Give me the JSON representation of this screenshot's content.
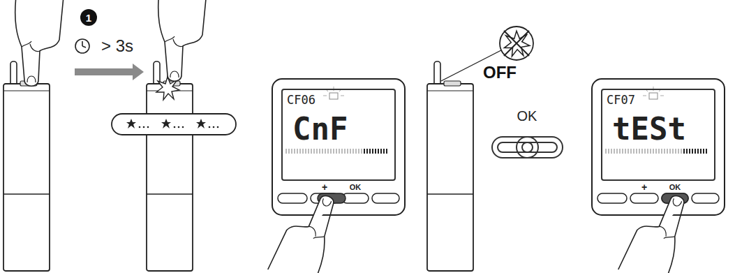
{
  "diagram": {
    "nodes": [
      {
        "text": [
          "CF06",
          "CnF"
        ]
      },
      {
        "text": [
          "CF07",
          "tESt"
        ]
      }
    ],
    "labels": [
      "1",
      "> 3s",
      "+",
      "OK",
      "OFF",
      "OK",
      "+",
      "OK"
    ]
  }
}
